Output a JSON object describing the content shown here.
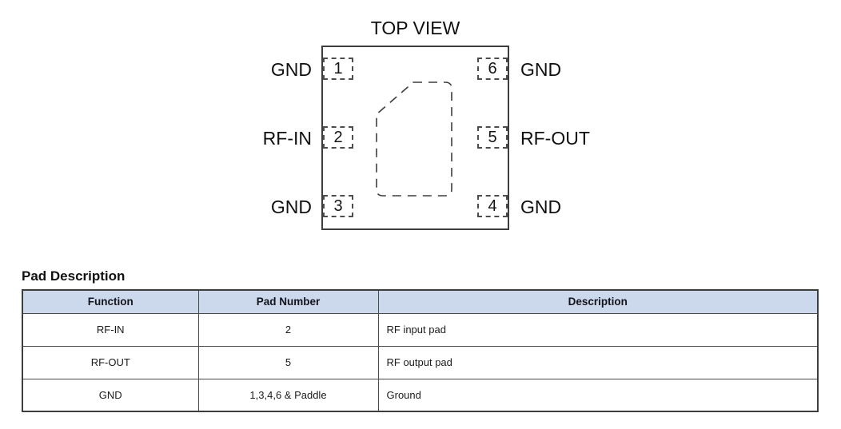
{
  "pinout": {
    "title": "TOP VIEW",
    "left_pins": [
      {
        "num": "1",
        "label": "GND"
      },
      {
        "num": "2",
        "label": "RF-IN"
      },
      {
        "num": "3",
        "label": "GND"
      }
    ],
    "right_pins": [
      {
        "num": "6",
        "label": "GND"
      },
      {
        "num": "5",
        "label": "RF-OUT"
      },
      {
        "num": "4",
        "label": "GND"
      }
    ],
    "paddle_name": "Paddle"
  },
  "pad_table": {
    "title": "Pad Description",
    "headers": [
      "Function",
      "Pad Number",
      "Description"
    ],
    "rows": [
      [
        "RF-IN",
        "2",
        "RF input pad"
      ],
      [
        "RF-OUT",
        "5",
        "RF output pad"
      ],
      [
        "GND",
        "1,3,4,6 & Paddle",
        "Ground"
      ]
    ]
  },
  "colors": {
    "table_header_bg": "#ccd8eb",
    "table_border": "#4a4a4a",
    "outline": "#3d3d3d",
    "text": "#1b1b1b"
  }
}
